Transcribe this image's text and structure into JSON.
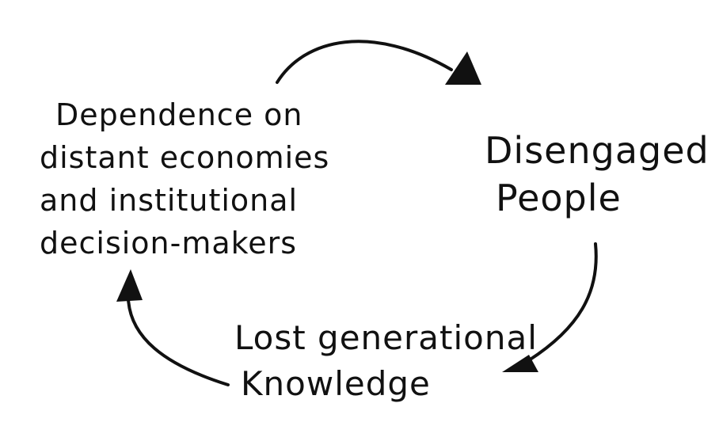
{
  "diagram": {
    "nodes": {
      "dependence": {
        "lines": [
          "Dependence on",
          "distant economies",
          "and institutional",
          "decision-makers"
        ]
      },
      "disengaged": {
        "lines": [
          "Disengaged",
          "People"
        ]
      },
      "lost_knowledge": {
        "lines": [
          "Lost generational",
          "Knowledge"
        ]
      }
    },
    "edges": [
      {
        "from": "dependence",
        "to": "disengaged"
      },
      {
        "from": "disengaged",
        "to": "lost_knowledge"
      },
      {
        "from": "lost_knowledge",
        "to": "dependence"
      }
    ],
    "colors": {
      "ink": "#111111",
      "background": "#ffffff"
    }
  }
}
